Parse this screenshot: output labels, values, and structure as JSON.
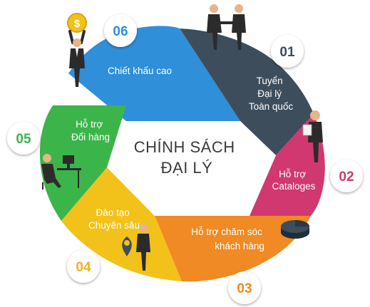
{
  "title": {
    "line1": "CHÍNH SÁCH",
    "line2": "ĐẠI LÝ"
  },
  "segments": [
    {
      "number": "01",
      "label_lines": [
        "Tuyển",
        "Đại lý",
        "Toàn quốc"
      ],
      "color": "#3d4d5c",
      "icon": "handshake-people-icon"
    },
    {
      "number": "02",
      "label_lines": [
        "Hỗ trợ",
        "Cataloges"
      ],
      "color": "#d0386f",
      "icon": "reading-man-icon"
    },
    {
      "number": "03",
      "label_lines": [
        "Hỗ trợ chăm sóc",
        "khách hàng"
      ],
      "color": "#f08a24",
      "icon": "pie-chart-icon"
    },
    {
      "number": "04",
      "label_lines": [
        "Đào tạo",
        "Chuyên sâu"
      ],
      "color": "#f2c21a",
      "icon": "map-pin-man-icon"
    },
    {
      "number": "05",
      "label_lines": [
        "Hỗ trợ",
        "Đổi hàng"
      ],
      "color": "#3bb54a",
      "icon": "desk-worker-icon"
    },
    {
      "number": "06",
      "label_lines": [
        "Chiết khấu cao"
      ],
      "color": "#2f8fd8",
      "icon": "dollar-coin-man-icon"
    }
  ]
}
